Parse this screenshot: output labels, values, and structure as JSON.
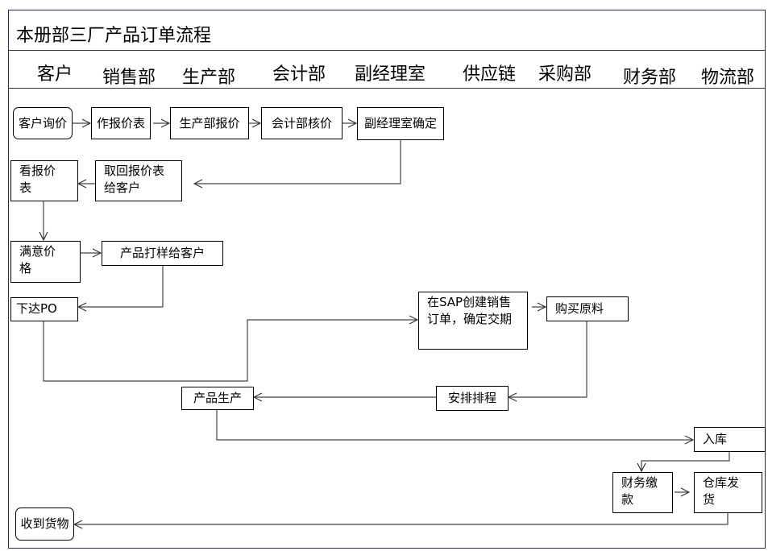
{
  "title": "本册部三厂产品订单流程",
  "lanes": [
    "客户",
    "销售部",
    "生产部",
    "会计部",
    "副经理室",
    "供应链",
    "采购部",
    "财务部",
    "物流部"
  ],
  "steps": {
    "customer_inquiry": "客户询价",
    "make_quote": "作报价表",
    "production_quote": "生产部报价",
    "accounting_check": "会计部核价",
    "vp_confirm": "副经理室确定",
    "view_quote": "看报价表",
    "return_quote": "取回报价表给客户",
    "satisfied_price": "满意价格",
    "sample_to_customer": "产品打样给客户",
    "issue_po": "下达PO",
    "sap_order": "在SAP创建销售订单，确定交期",
    "buy_materials": "购买原料",
    "production": "产品生产",
    "scheduling": "安排排程",
    "warehousing": "入库",
    "payment": "财务缴款",
    "shipping": "仓库发货",
    "goods_received": "收到货物"
  }
}
